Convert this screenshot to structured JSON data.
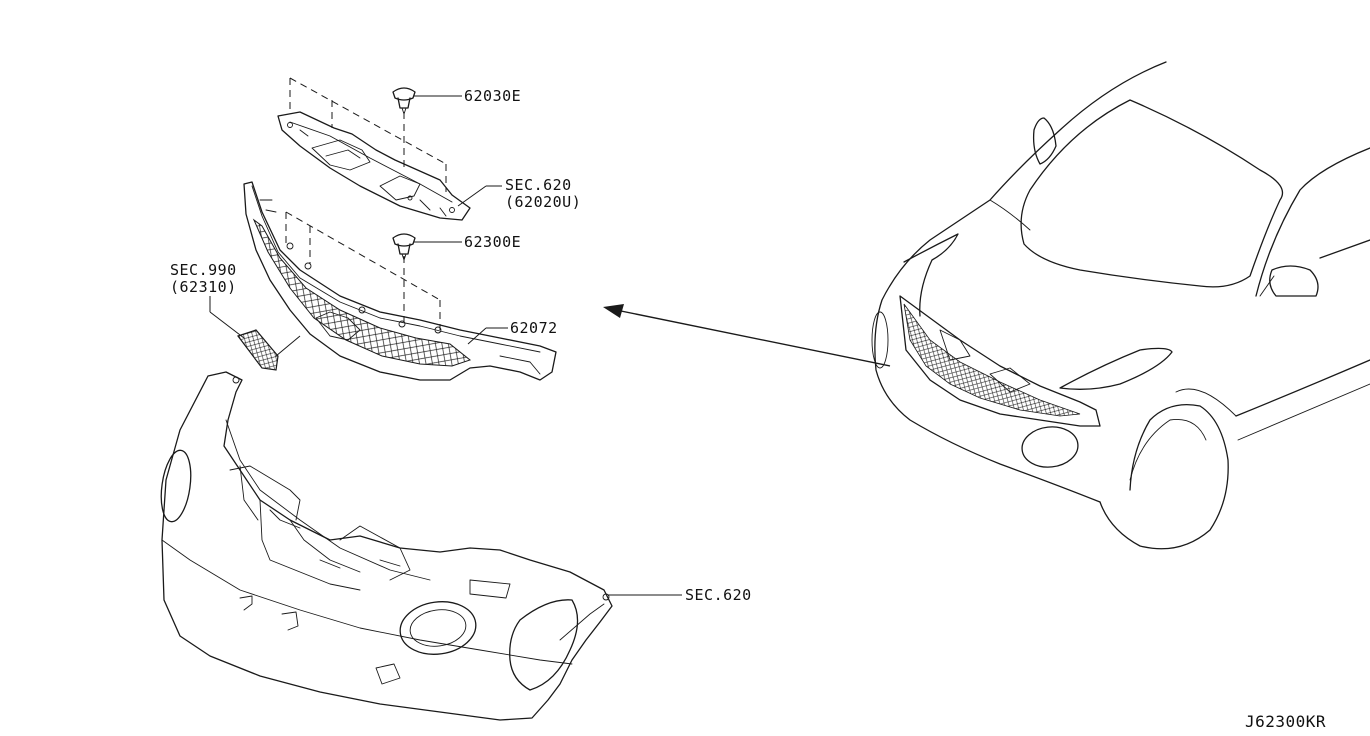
{
  "diagram": {
    "drawing_ref": "J62300KR",
    "callouts": {
      "clip_top": "62030E",
      "upper_cover_sec": "SEC.620",
      "upper_cover_part": "(62020U)",
      "clip_mid": "62300E",
      "emblem_sec": "SEC.990",
      "emblem_part": "(62310)",
      "grille": "62072",
      "bumper_sec": "SEC.620"
    },
    "icons": [
      "clip-fastener-icon",
      "emblem-icon",
      "arrow-icon"
    ],
    "colors": {
      "line": "#1a1a1a",
      "background": "#ffffff"
    }
  }
}
